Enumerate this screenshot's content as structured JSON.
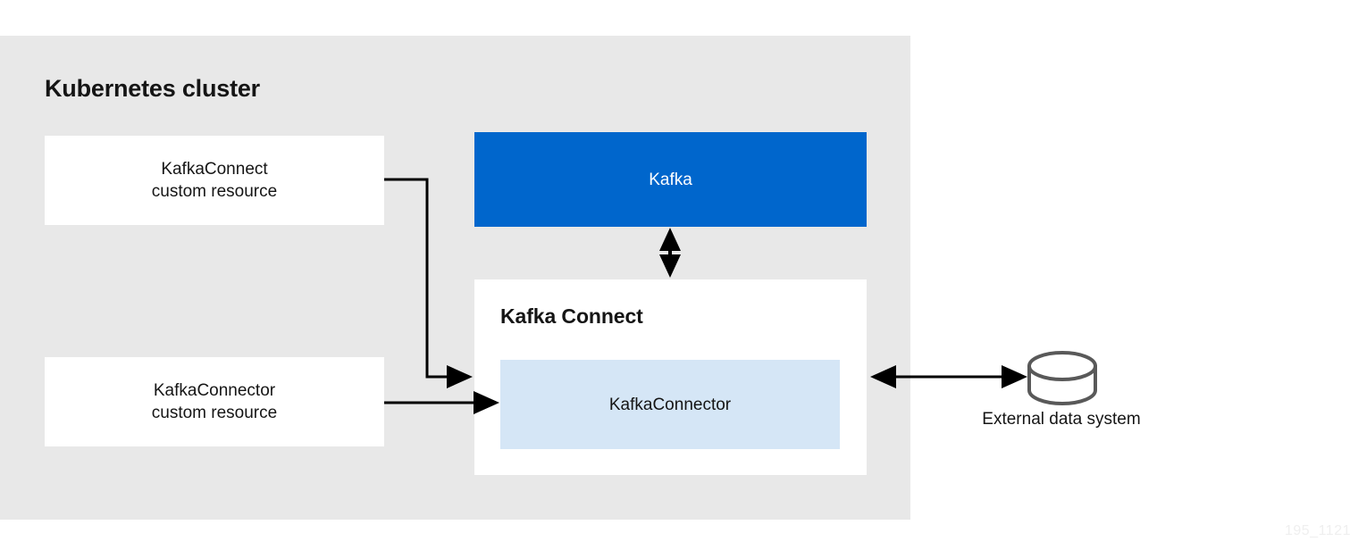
{
  "diagram": {
    "cluster": {
      "title": "Kubernetes cluster",
      "background_color": "#e8e8e8"
    },
    "nodes": {
      "kafka_connect_cr": {
        "label": "KafkaConnect\ncustom resource",
        "background_color": "#ffffff"
      },
      "kafka_connector_cr": {
        "label": "KafkaConnector\ncustom resource",
        "background_color": "#ffffff"
      },
      "kafka": {
        "label": "Kafka",
        "background_color": "#0066cc",
        "text_color": "#ffffff"
      },
      "kafka_connect": {
        "title": "Kafka Connect",
        "background_color": "#ffffff"
      },
      "kafka_connector": {
        "label": "KafkaConnector",
        "background_color": "#d5e6f6"
      },
      "external_data_system": {
        "label": "External data system",
        "icon": "database-cylinder-icon",
        "stroke_color": "#595959"
      }
    },
    "connections": [
      {
        "name": "kafka-to-kafka-connect",
        "from": "Kafka",
        "to": "Kafka Connect",
        "style": "double-arrow-vertical"
      },
      {
        "name": "kafka-connect-cr-to-kafka-connect",
        "from": "KafkaConnect custom resource",
        "to": "Kafka Connect",
        "style": "elbow-arrow-right"
      },
      {
        "name": "kafka-connector-cr-to-kafka-connector",
        "from": "KafkaConnector custom resource",
        "to": "KafkaConnector",
        "style": "arrow-right"
      },
      {
        "name": "kafka-connect-to-external-data-system",
        "from": "Kafka Connect",
        "to": "External data system",
        "style": "double-arrow-horizontal"
      }
    ],
    "watermark": "195_1121"
  }
}
